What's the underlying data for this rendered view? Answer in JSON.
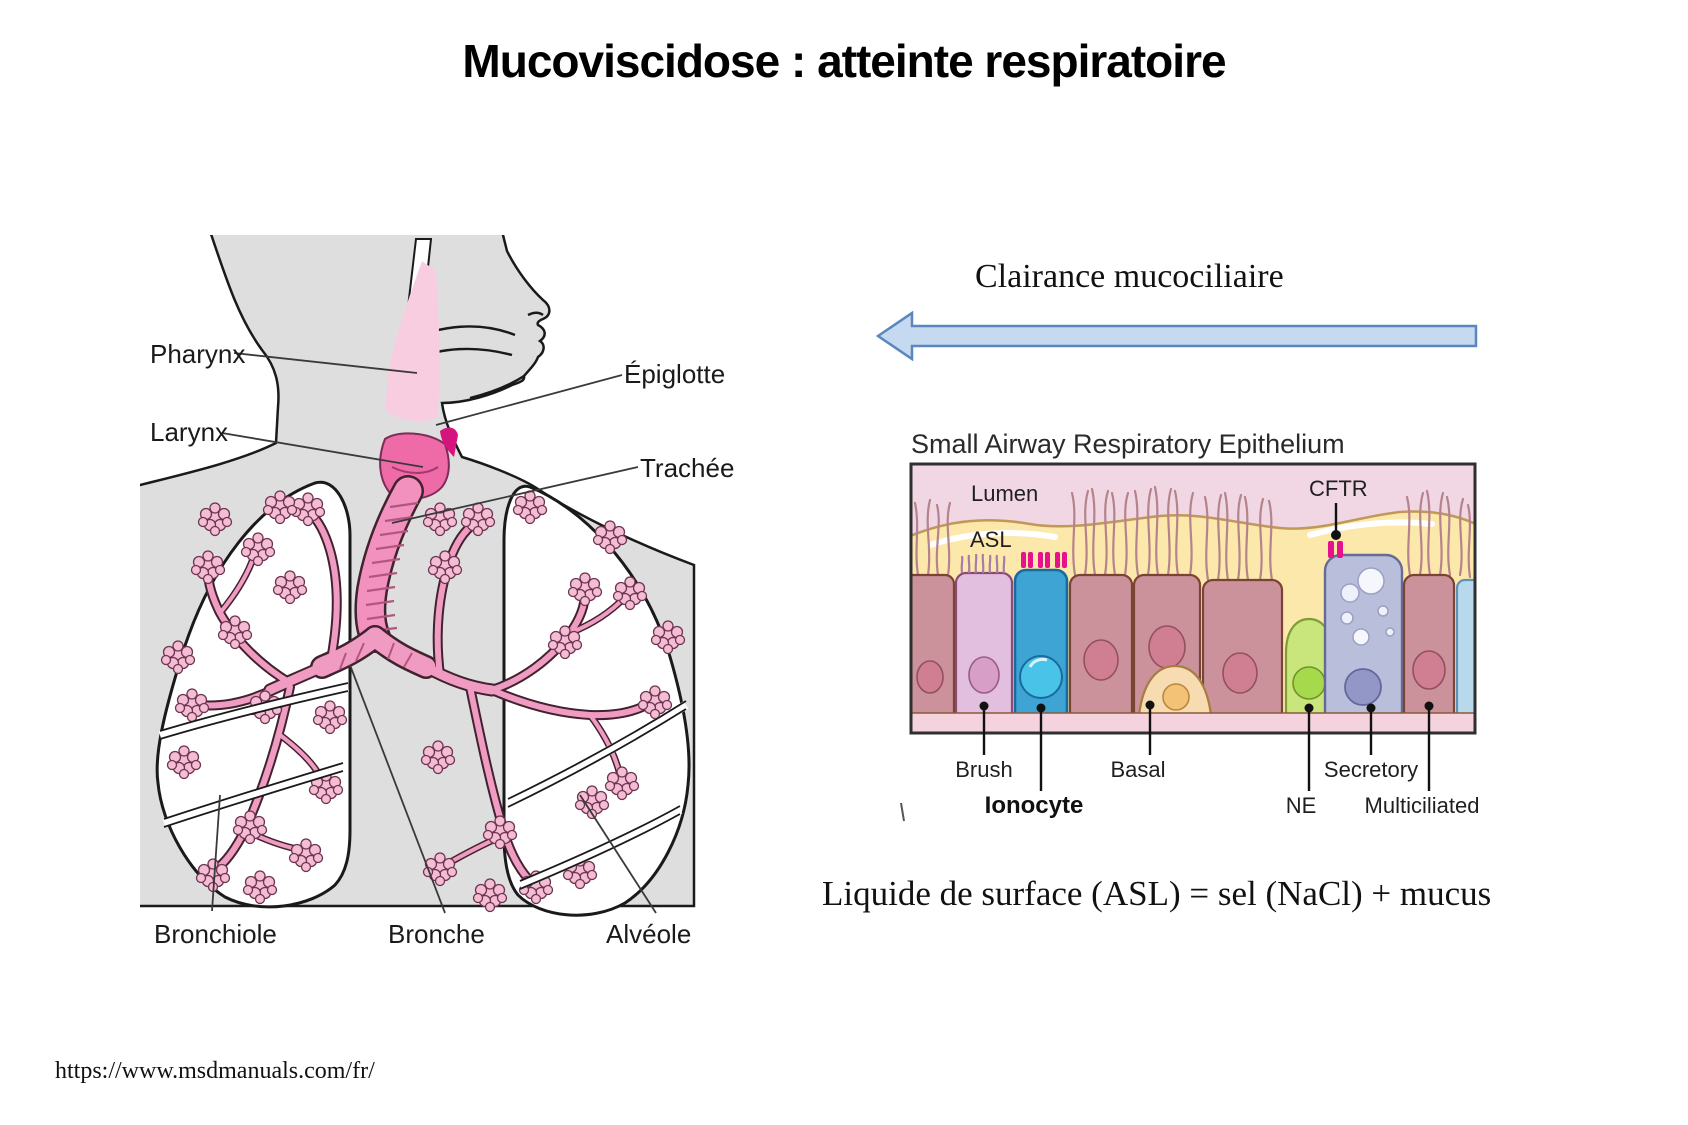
{
  "slide": {
    "title": "Mucoviscidose : atteinte respiratoire",
    "clearance_label": "Clairance mucociliaire",
    "asl_formula": "Liquide de surface (ASL) = sel (NaCl) + mucus",
    "source_url": "https://www.msdmanuals.com/fr/"
  },
  "anatomy": {
    "labels": {
      "pharynx": "Pharynx",
      "larynx": "Larynx",
      "epiglottis": "Épiglotte",
      "trachea": "Trachée",
      "bronchiole": "Bronchiole",
      "bronchus": "Bronche",
      "alveolus": "Alvéole"
    }
  },
  "epithelium": {
    "title": "Small Airway Respiratory Epithelium",
    "labels": {
      "lumen": "Lumen",
      "asl": "ASL",
      "cftr": "CFTR",
      "brush": "Brush",
      "ionocyte": "Ionocyte",
      "basal": "Basal",
      "ne": "NE",
      "secretory": "Secretory",
      "multiciliated": "Multiciliated"
    }
  },
  "colors": {
    "arrow_fill": "#c5d9f1",
    "arrow_border": "#5a88bd",
    "cftr_channel": "#e5128c",
    "ionocyte_fill": "#3ea4d4",
    "ne_fill": "#c9e67d",
    "secretory_fill": "#b9bedb",
    "ciliated_cell_fill": "#cb929c",
    "asl_fill": "#fce8ab",
    "lumen_fill": "#f0d7e3",
    "trachea_pink": "#f291bd",
    "silhouette_gray": "#dedede"
  }
}
